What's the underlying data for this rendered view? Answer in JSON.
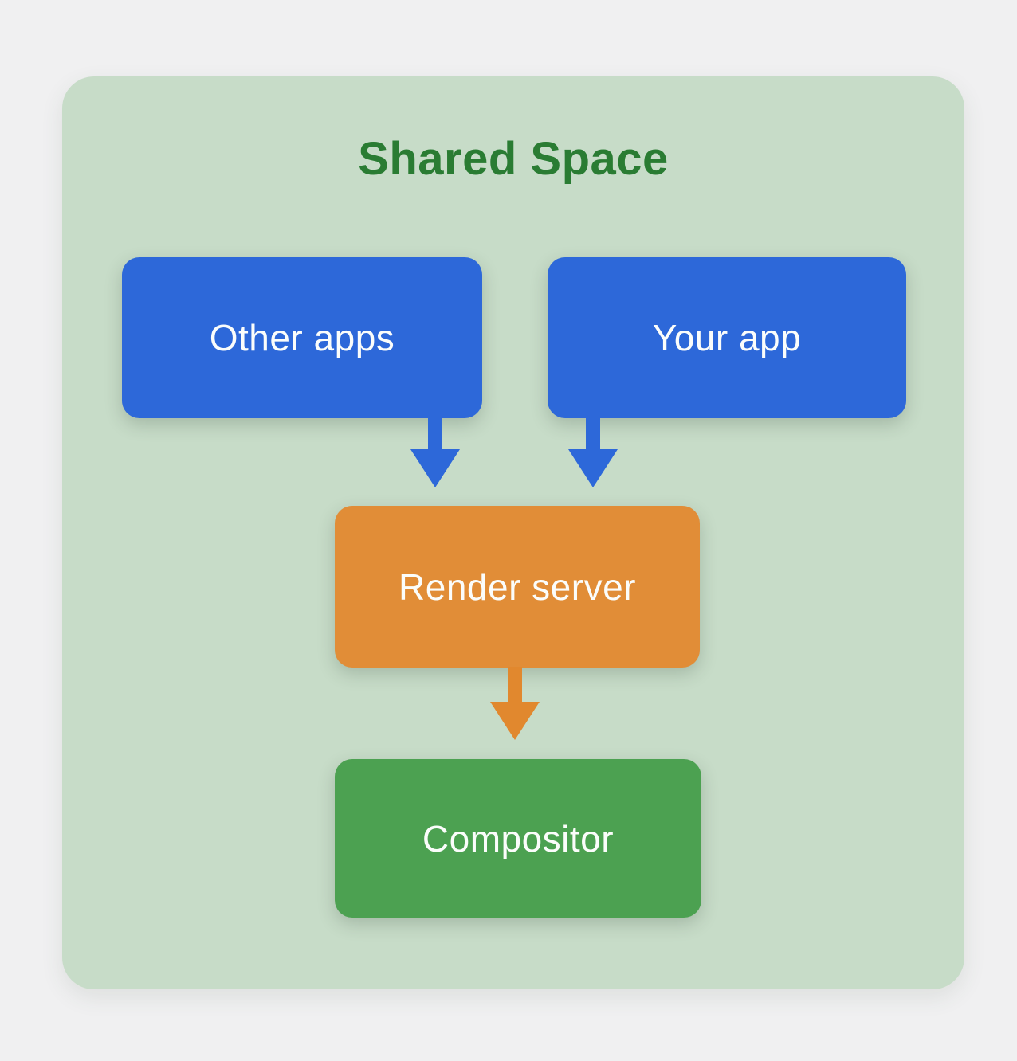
{
  "page": {
    "background_color": "#f0f0f1"
  },
  "diagram": {
    "title": "Shared Space",
    "title_color": "#2a7c33",
    "container_color": "#c7dcc8",
    "node_text_color": "#fbfdfb",
    "nodes": [
      {
        "id": "other-apps",
        "label": "Other apps",
        "fill": "#2d68d9"
      },
      {
        "id": "your-app",
        "label": "Your app",
        "fill": "#2d68d9"
      },
      {
        "id": "render-server",
        "label": "Render server",
        "fill": "#e18d37"
      },
      {
        "id": "compositor",
        "label": "Compositor",
        "fill": "#4ca151"
      }
    ],
    "edges": [
      {
        "from": "other-apps",
        "to": "render-server",
        "color": "#2d68d9"
      },
      {
        "from": "your-app",
        "to": "render-server",
        "color": "#2d68d9"
      },
      {
        "from": "render-server",
        "to": "compositor",
        "color": "#e1882e"
      }
    ]
  }
}
